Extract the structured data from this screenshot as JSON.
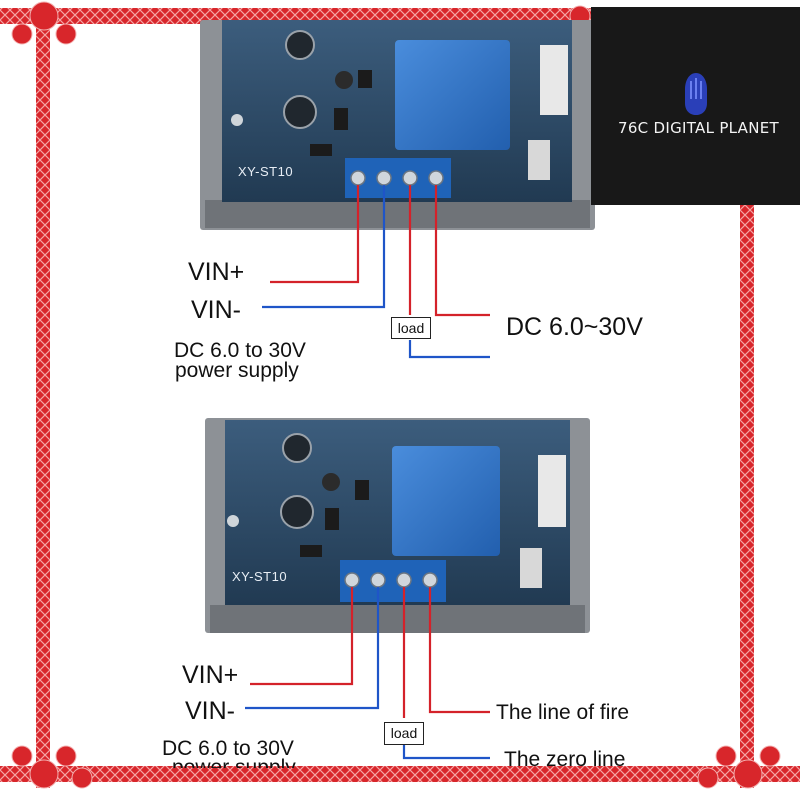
{
  "brand": {
    "name": "76C DIGITAL PLANET",
    "icon": "hand-logo-icon"
  },
  "colors": {
    "frame_red": "#d8262b",
    "positive_wire": "#d4222a",
    "negative_wire": "#1f55c8",
    "board_blue": "#2e4a66",
    "terminal_blue": "#1f63b8",
    "relay_blue": "#2f72c4"
  },
  "diagrams": [
    {
      "board_model": "XY-ST10",
      "vin_plus": "VIN+",
      "vin_minus": "VIN-",
      "power_line1": "DC 6.0 to 30V",
      "power_line2": "power supply",
      "load": "load",
      "output_label": "DC 6.0~30V"
    },
    {
      "board_model": "XY-ST10",
      "vin_plus": "VIN+",
      "vin_minus": "VIN-",
      "power_line1": "DC 6.0 to 30V",
      "power_line2": "power supply",
      "load": "load",
      "fire_label": "The line of fire",
      "zero_label": "The zero line"
    }
  ]
}
